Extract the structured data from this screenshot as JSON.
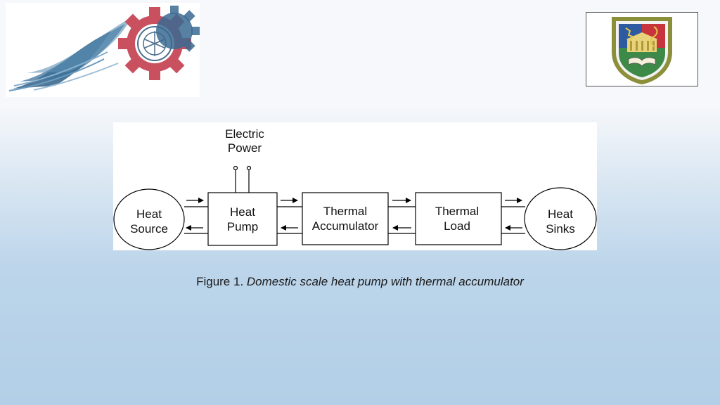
{
  "diagram": {
    "power_label_line1": "Electric",
    "power_label_line2": "Power",
    "nodes": [
      {
        "line1": "Heat",
        "line2": "Source"
      },
      {
        "line1": "Heat",
        "line2": "Pump"
      },
      {
        "line1": "Thermal",
        "line2": "Accumulator"
      },
      {
        "line1": "Thermal",
        "line2": "Load"
      },
      {
        "line1": "Heat",
        "line2": "Sinks"
      }
    ]
  },
  "caption": {
    "prefix": "Figure 1.",
    "text": "Domestic scale heat pump with thermal accumulator"
  },
  "logos": {
    "left": "conference-logo",
    "right": "university-crest"
  }
}
